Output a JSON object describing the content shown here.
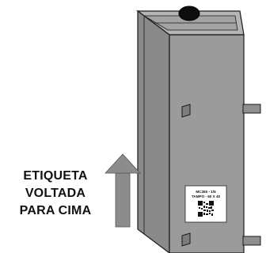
{
  "instruction": {
    "lines": [
      "ETIQUETA",
      "VOLTADA",
      "PARA CIMA"
    ],
    "arrow_icon": "arrow-up-icon"
  },
  "product_label": {
    "line1": "MC350 - 1/5",
    "line2": "TAMPO - 60 X 40",
    "code_icon": "qr-code-icon"
  },
  "colors": {
    "panel_front": "#8a8a8a",
    "panel_side": "#9b9b9b",
    "panel_top": "#b5b5b5",
    "outline": "#1a1a1a",
    "arrow": "#8c8c8c",
    "cap": "#0d0d0d",
    "label_bg": "#ffffff"
  }
}
